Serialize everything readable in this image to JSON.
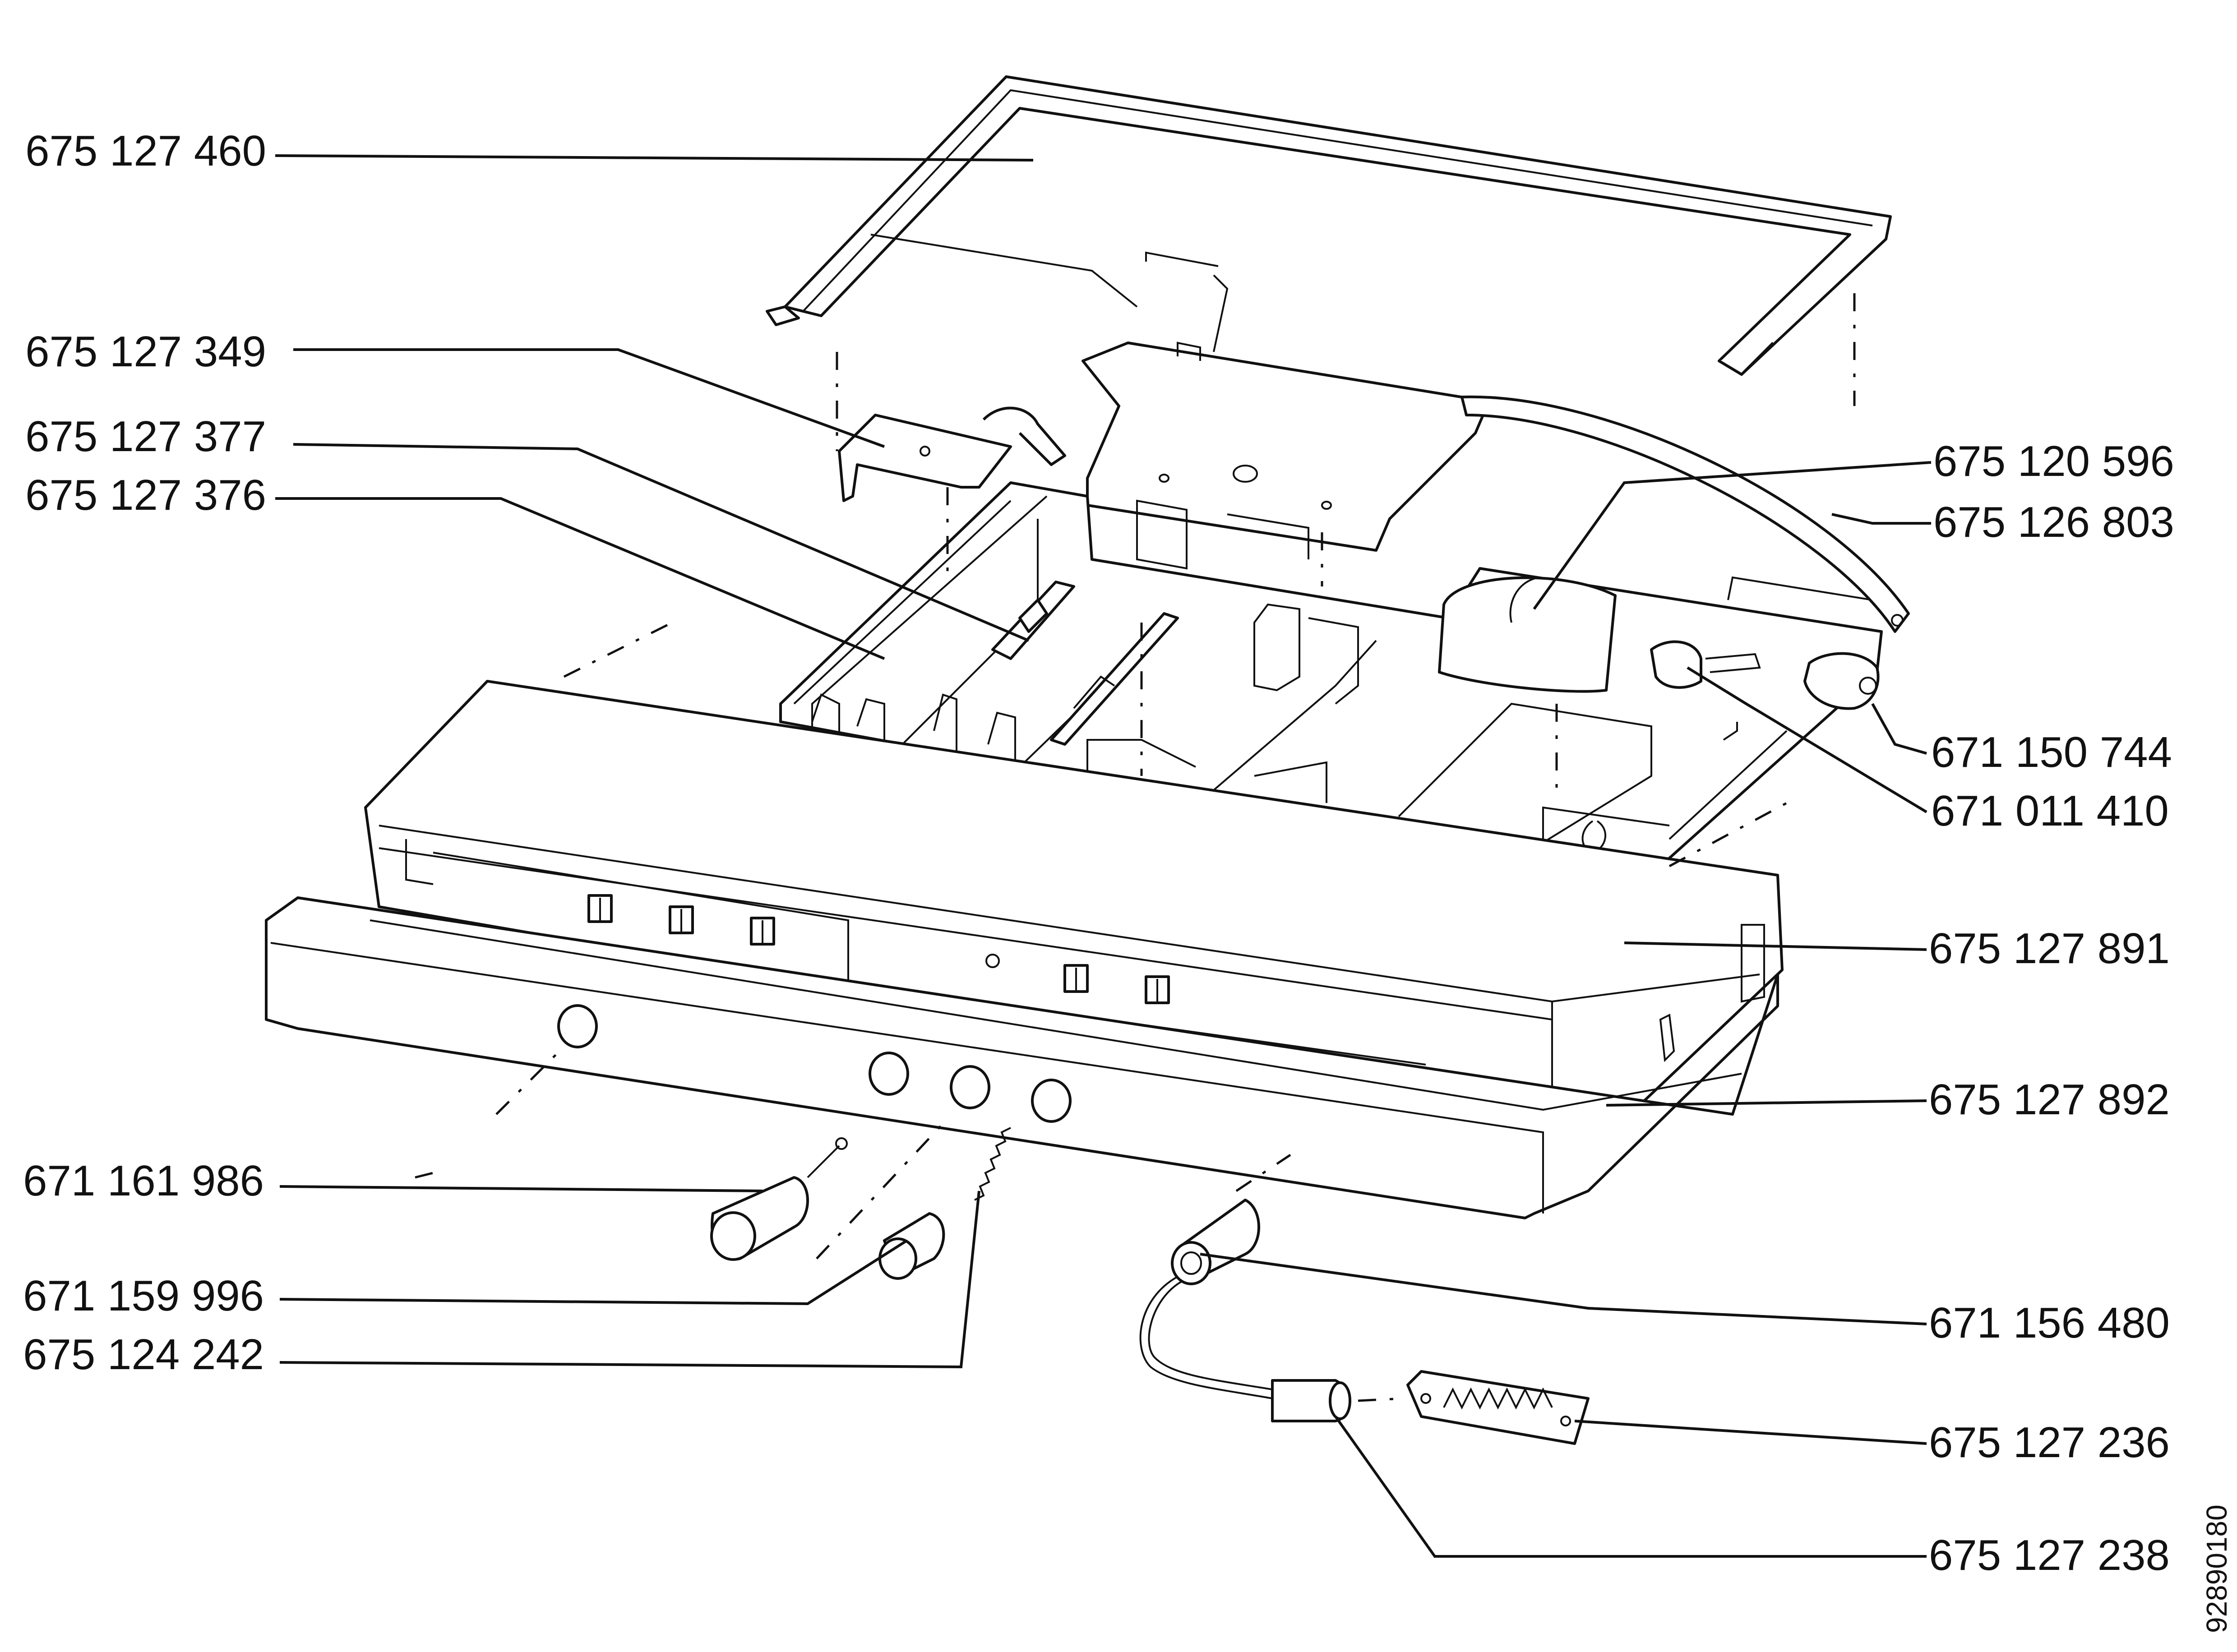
{
  "labels": {
    "l1": "675 127 460",
    "l2": "675 127 349",
    "l3": "675 127 377",
    "l4": "675 127 376",
    "l5": "671 161 986",
    "l6": "671 159 996",
    "l7": "675 124 242",
    "r1": "675 120 596",
    "r2": "675 126 803",
    "r3": "671 150 744",
    "r4": "671 011 410",
    "r5": "675 127 891",
    "r6": "675 127 892",
    "r7": "671 156 480",
    "r8": "675 127 236",
    "r9": "675 127 238"
  },
  "drawing_number": "92890180"
}
